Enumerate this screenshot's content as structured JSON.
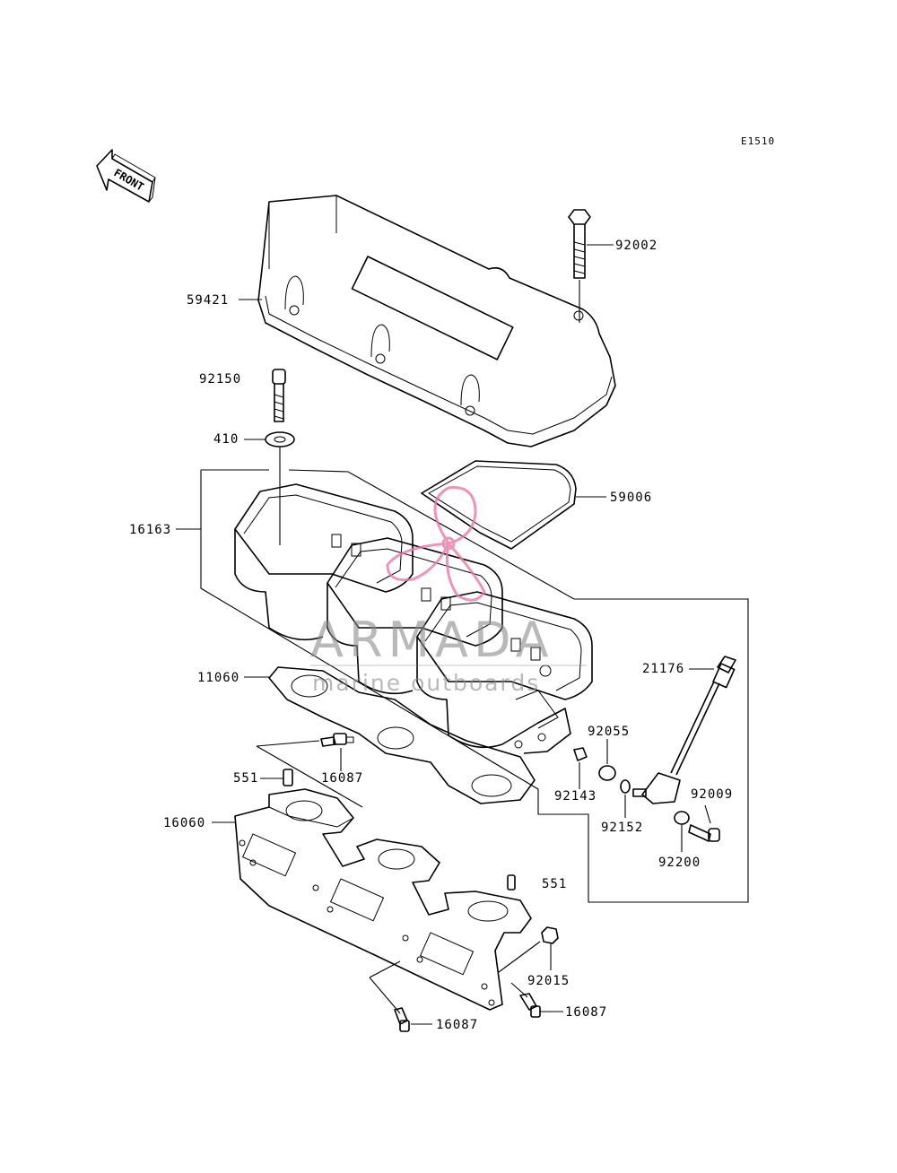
{
  "diagram_code": "E1510",
  "front_arrow_label": "FRONT",
  "watermark": {
    "brand": "ARMADA",
    "tagline": "marine outboards",
    "logo_color": "#e87aa8"
  },
  "part_labels": {
    "p92002": "92002",
    "p59421": "59421",
    "p92150": "92150",
    "p410": "410",
    "p59006": "59006",
    "p16163": "16163",
    "p21176": "21176",
    "p11060": "11060",
    "p92055": "92055",
    "p16087a": "16087",
    "p551a": "551",
    "p92143": "92143",
    "p92009": "92009",
    "p92152": "92152",
    "p16060": "16060",
    "p92200": "92200",
    "p551b": "551",
    "p92015": "92015",
    "p16087b": "16087",
    "p16087c": "16087"
  }
}
